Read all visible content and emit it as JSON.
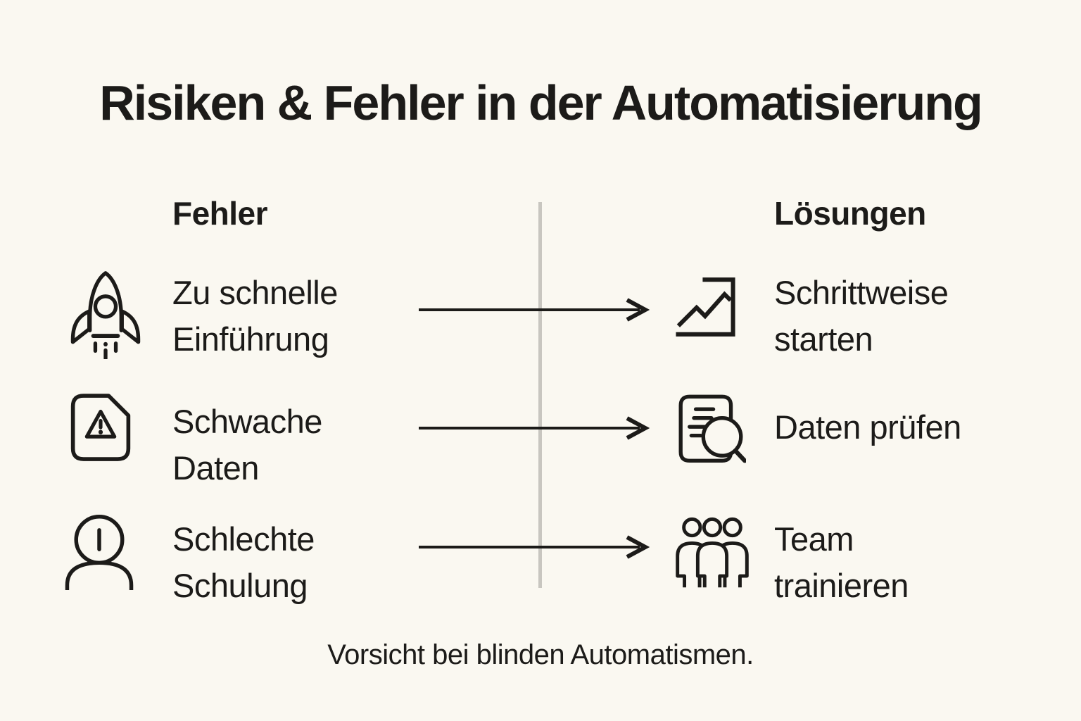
{
  "title": "Risiken & Fehler in der Automatisierung",
  "fehler": {
    "header": "Fehler",
    "items": [
      {
        "icon": "rocket-icon",
        "line1": "Zu schnelle",
        "line2": "Einführung"
      },
      {
        "icon": "warning-document-icon",
        "line1": "Schwache",
        "line2": "Daten"
      },
      {
        "icon": "person-icon",
        "line1": "Schlechte",
        "line2": "Schulung"
      }
    ]
  },
  "loesungen": {
    "header": "Lösungen",
    "items": [
      {
        "icon": "trend-chart-icon",
        "line1": "Schrittweise",
        "line2": "starten"
      },
      {
        "icon": "document-magnifier-icon",
        "line1": "Daten prüfen",
        "line2": ""
      },
      {
        "icon": "team-icon",
        "line1": "Team",
        "line2": "trainieren"
      }
    ]
  },
  "footer": "Vorsicht bei blinden Automatismen.",
  "colors": {
    "background": "#faf8f1",
    "ink": "#1c1b19",
    "divider": "#c8c6c0"
  }
}
